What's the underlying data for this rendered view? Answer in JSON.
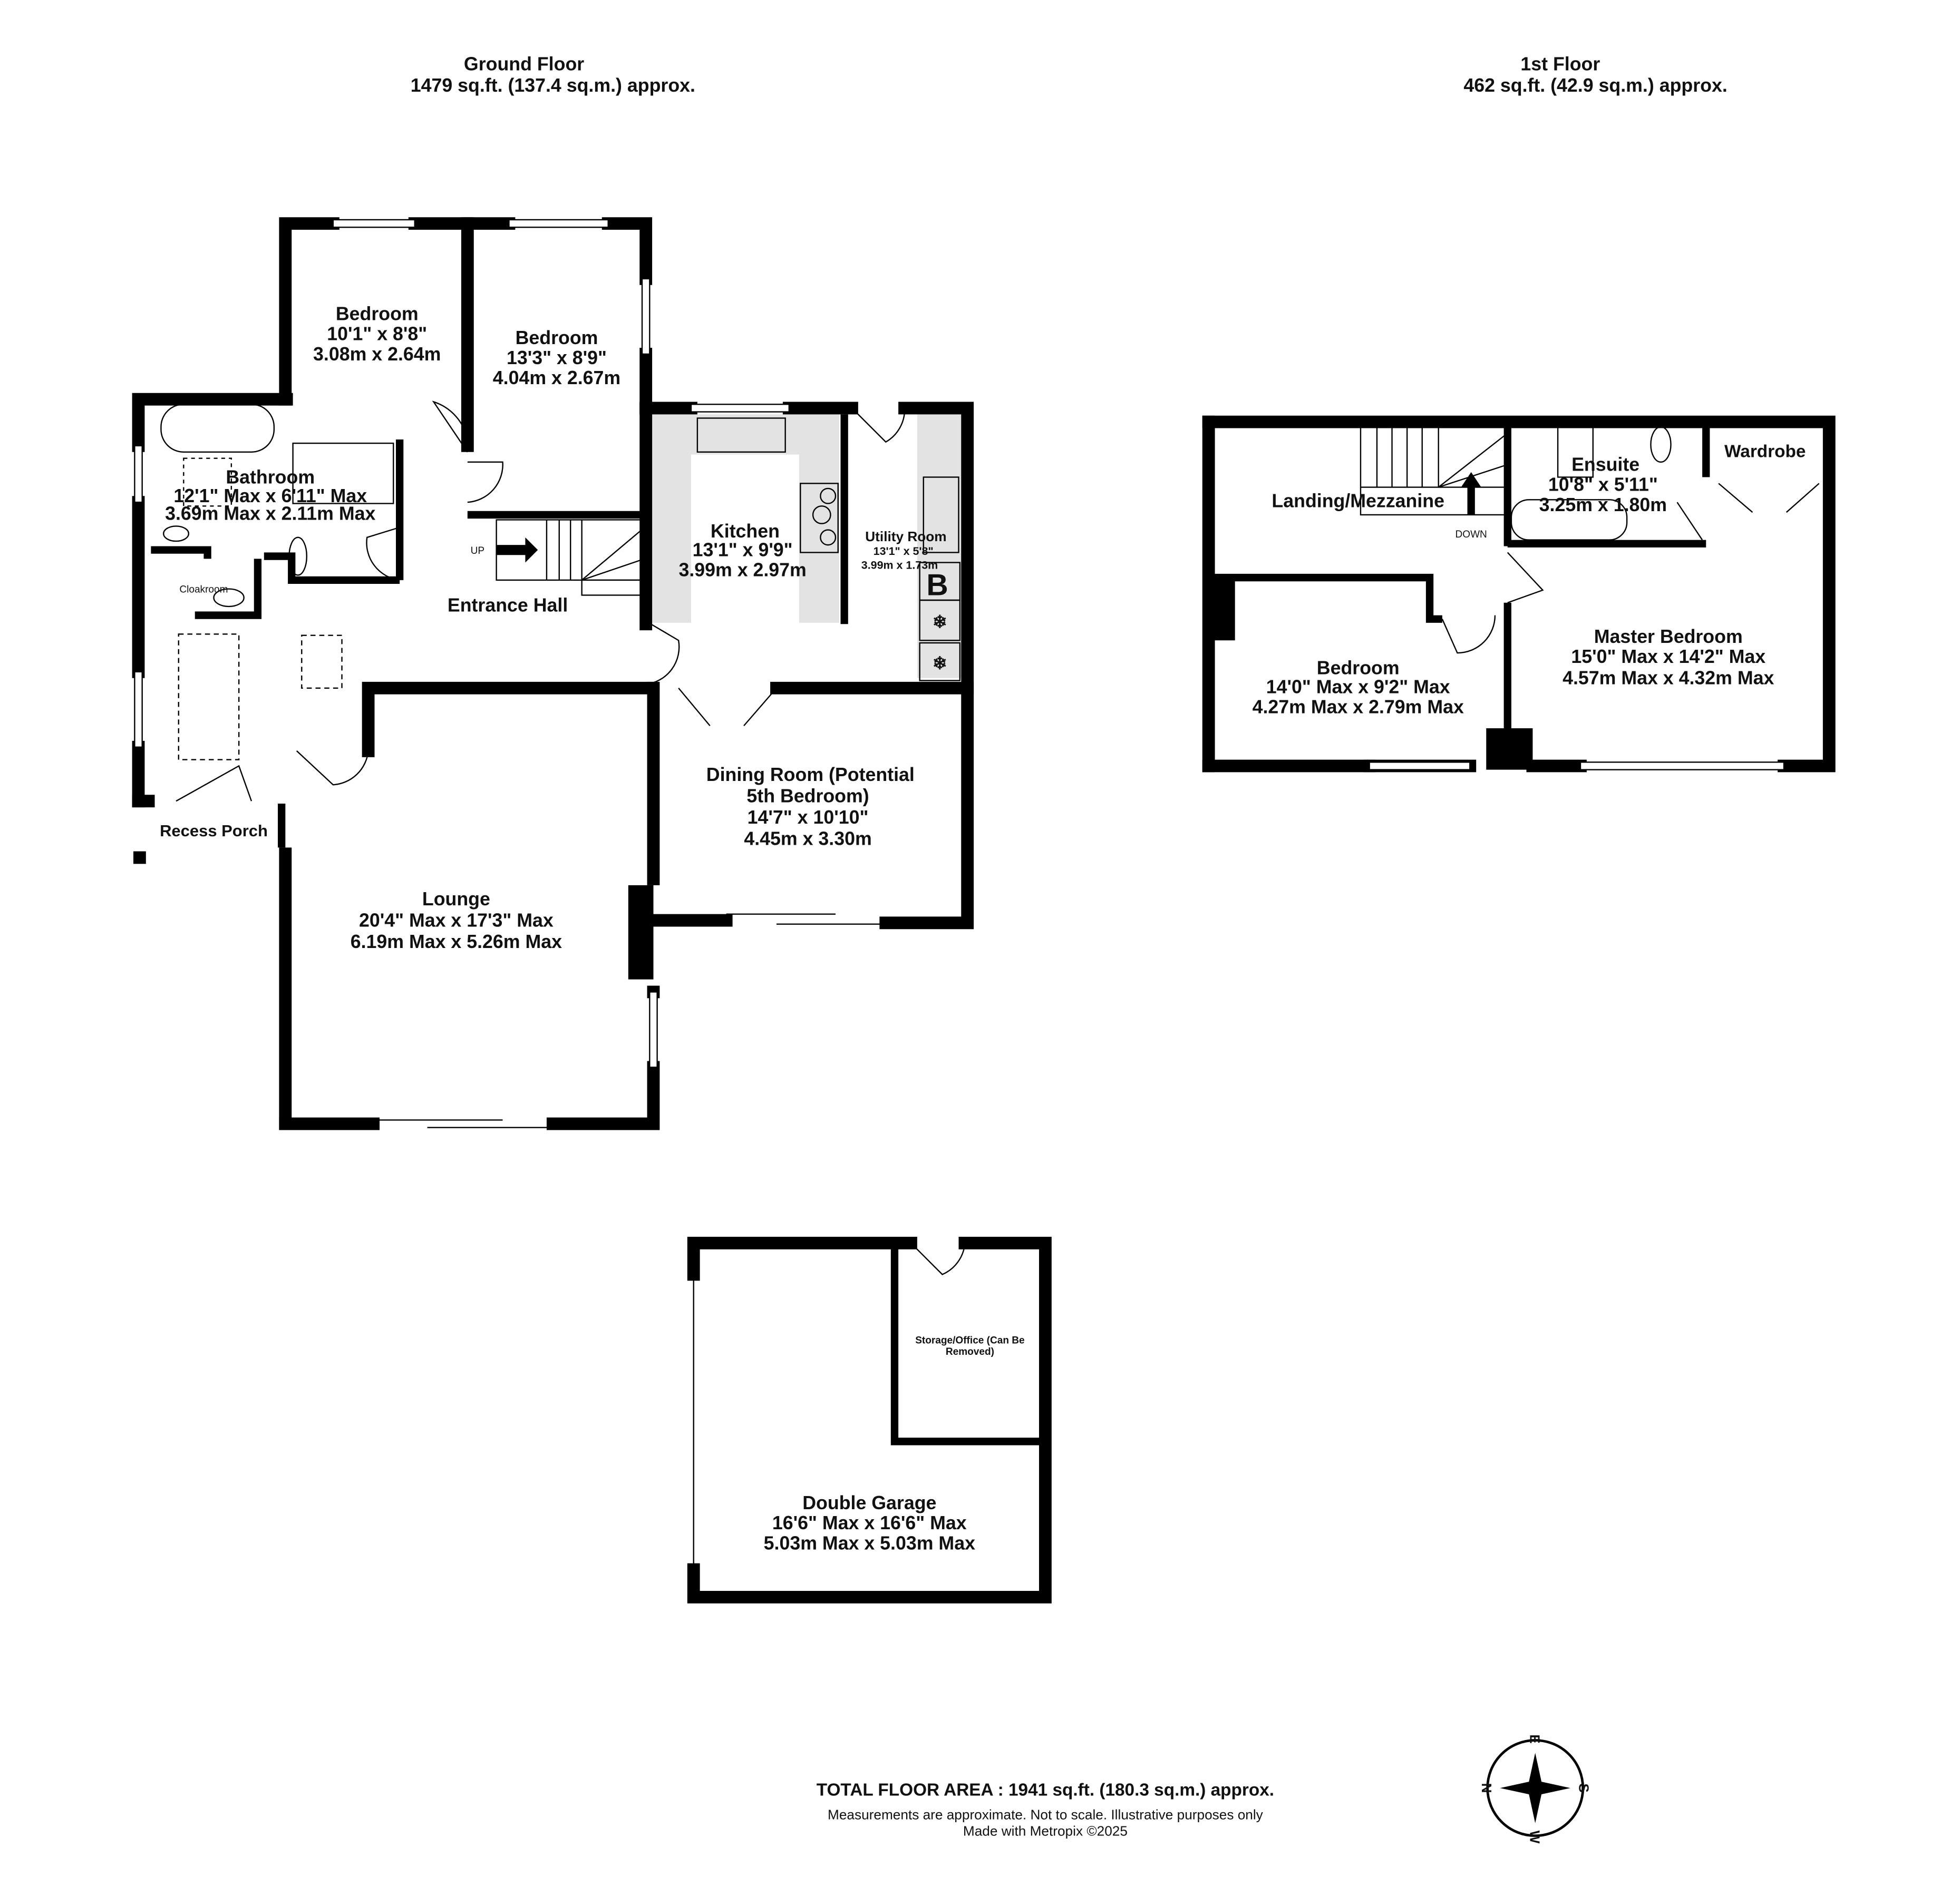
{
  "headers": {
    "ground_floor": {
      "title": "Ground Floor",
      "area": "1479 sq.ft. (137.4 sq.m.) approx."
    },
    "first_floor": {
      "title": "1st Floor",
      "area": "462 sq.ft. (42.9 sq.m.) approx."
    }
  },
  "ground_rooms": {
    "bedroom1": {
      "name": "Bedroom",
      "imperial": "10'1\"  x 8'8\"",
      "metric": "3.08m  x 2.64m"
    },
    "bedroom2": {
      "name": "Bedroom",
      "imperial": "13'3\"  x 8'9\"",
      "metric": "4.04m  x 2.67m"
    },
    "bathroom": {
      "name": "Bathroom",
      "imperial": "12'1\" Max x 6'11\" Max",
      "metric": "3.69m Max x 2.11m Max"
    },
    "cloakroom": {
      "name": "Cloakroom"
    },
    "entrance_hall": {
      "name": "Entrance Hall",
      "stairs_label": "UP"
    },
    "kitchen": {
      "name": "Kitchen",
      "imperial": "13'1\"  x 9'9\"",
      "metric": "3.99m  x 2.97m"
    },
    "utility": {
      "name": "Utility Room",
      "imperial": "13'1\"  x 5'8\"",
      "metric": "3.99m  x 1.73m",
      "boiler_label": "B"
    },
    "recess_porch": {
      "name": "Recess Porch"
    },
    "dining": {
      "name_line1": "Dining Room (Potential",
      "name_line2": "5th Bedroom)",
      "imperial": "14'7\"  x 10'10\"",
      "metric": "4.45m  x 3.30m"
    },
    "lounge": {
      "name": "Lounge",
      "imperial": "20'4\" Max x 17'3\" Max",
      "metric": "6.19m Max x 5.26m Max"
    }
  },
  "garage": {
    "storage": {
      "line1": "Storage/Office (Can Be",
      "line2": "Removed)"
    },
    "double_garage": {
      "name": "Double Garage",
      "imperial": "16'6\" Max x 16'6\" Max",
      "metric": "5.03m Max x 5.03m Max"
    }
  },
  "first_rooms": {
    "landing": {
      "name": "Landing/Mezzanine",
      "stairs_label": "DOWN"
    },
    "ensuite": {
      "name": "Ensuite",
      "imperial": "10'8\"  x 5'11\"",
      "metric": "3.25m  x 1.80m"
    },
    "wardrobe": {
      "name": "Wardrobe"
    },
    "bedroom": {
      "name": "Bedroom",
      "imperial": "14'0\" Max x 9'2\" Max",
      "metric": "4.27m Max x 2.79m Max"
    },
    "master": {
      "name": "Master Bedroom",
      "imperial": "15'0\" Max x 14'2\" Max",
      "metric": "4.57m Max x 4.32m Max"
    }
  },
  "footer": {
    "total": "TOTAL FLOOR AREA : 1941 sq.ft. (180.3 sq.m.) approx.",
    "disclaimer": "Measurements are approximate.  Not to scale.  Illustrative purposes only",
    "credit": "Made with Metropix ©2025"
  },
  "compass": {
    "n": "N",
    "e": "E",
    "s": "S",
    "w": "W"
  }
}
